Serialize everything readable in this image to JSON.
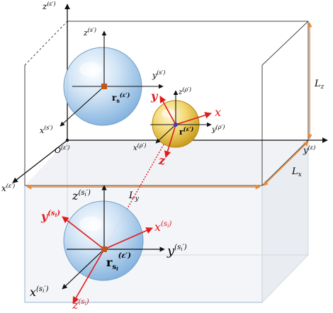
{
  "colors": {
    "axis": "#111111",
    "red_axis": "#e11b1b",
    "dimension": "#e88a3a",
    "box_edge": "#555555",
    "lower_box_fill": "#eef1f5",
    "sphere_blue": "#9ec6ea",
    "sphere_gold": "#e7c24d",
    "origin_marker": "#c0581a",
    "center_marker": "#3a3ad0"
  },
  "global_frame": {
    "z_label": "z",
    "z_sup": "(ε′)",
    "y_label": "y",
    "y_sup": "(ε)",
    "x_label": "x",
    "x_sup": "(ε′)",
    "origin_label": "O",
    "origin_sup": "(ε′)"
  },
  "dimensions": {
    "Lz": {
      "base": "L",
      "sub": "z"
    },
    "Lx": {
      "base": "L",
      "sub": "x"
    },
    "Ly": {
      "base": "L",
      "sub": "y"
    }
  },
  "sphere_s": {
    "z_label": "z",
    "z_sup": "(s′)",
    "y_label": "y",
    "y_sup": "(s′)",
    "x_label": "x",
    "x_sup": "(s′)",
    "center_label": "r",
    "center_sub": "s",
    "center_sup": "(ε′)"
  },
  "sphere_rho": {
    "red_y": "y",
    "red_x": "x",
    "red_z": "z",
    "z_label": "z",
    "z_sup": "(ρ′)",
    "y_label": "y",
    "y_sup": "(ρ′)",
    "x_label": "x",
    "x_sup": "(ρ′)",
    "center_label": "r",
    "center_sup": "(ε′)"
  },
  "sphere_si": {
    "red_y": "y",
    "red_y_sup": "(s",
    "red_y_sub": "i",
    "red_x": "x",
    "red_x_sup": "(s",
    "red_x_sub": "i",
    "red_z": "z",
    "red_z_sup": "(s",
    "red_z_sub": "i",
    "z_label": "z",
    "z_sup": "(s",
    "z_sub": "i",
    "y_label": "y",
    "y_sup": "(s",
    "y_sub": "i",
    "x_label": "x",
    "x_sup": "(s",
    "x_sub": "i",
    "center_label": "r",
    "center_sub": "s",
    "center_subsub": "i",
    "center_sup": "(ε′)"
  }
}
